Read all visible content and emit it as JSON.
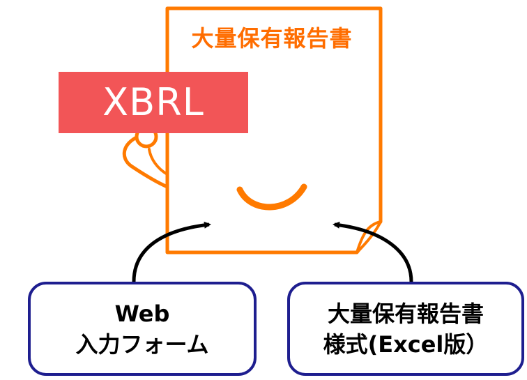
{
  "document": {
    "title": "大量保有報告書"
  },
  "xbrl_flag": {
    "label": "XBRL"
  },
  "sources": {
    "web_form": {
      "line1": "Web",
      "line2": "入力フォーム"
    },
    "excel_form": {
      "line1": "大量保有報告書",
      "line2": "様式(Excel版）"
    }
  },
  "colors": {
    "document_outline": "#ff7a00",
    "title_text": "#ff6d00",
    "flag_background": "#f25557",
    "box_border": "#1e1e8f",
    "arrow": "#000000"
  }
}
